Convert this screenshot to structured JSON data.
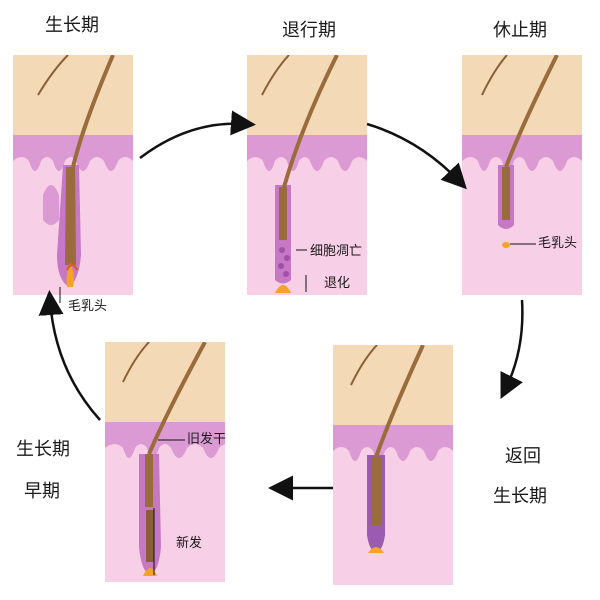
{
  "stages": {
    "anagen": "生长期",
    "catagen": "退行期",
    "telogen": "休止期",
    "early_anagen_line1": "生长期",
    "early_anagen_line2": "早期",
    "return_line1": "返回",
    "return_line2": "生长期"
  },
  "annotations": {
    "papilla_1": "毛乳头",
    "cell_death": "细胞凋亡",
    "regression": "退化",
    "papilla_2": "毛乳头",
    "old_shaft": "旧发干",
    "new_hair": "新发"
  },
  "colors": {
    "epidermis": "#f3d9b5",
    "dermis_top": "#dc9ad4",
    "dermis": "#f7cfe6",
    "sheath": "#c678c4",
    "hair": "#9a6b3c",
    "papilla": "#f5a228",
    "arrow": "#111111"
  }
}
